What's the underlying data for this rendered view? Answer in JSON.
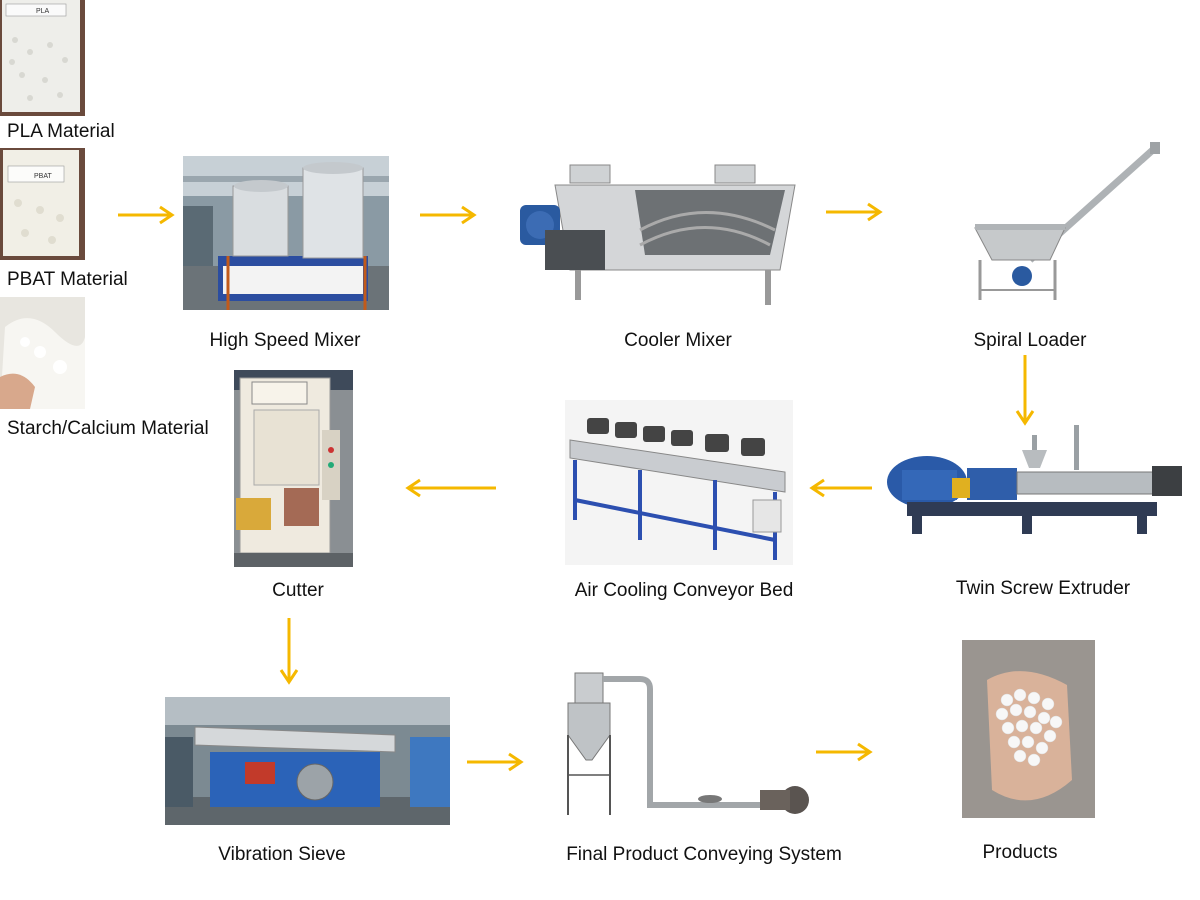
{
  "materials": [
    {
      "label": "PLA Material",
      "bag_text": "PLA"
    },
    {
      "label": "PBAT Material",
      "bag_text": "PBAT"
    },
    {
      "label": "Starch/Calcium Material"
    }
  ],
  "steps": {
    "high_speed_mixer": "High Speed Mixer",
    "cooler_mixer": "Cooler Mixer",
    "spiral_loader": "Spiral Loader",
    "twin_screw_extruder": "Twin Screw Extruder",
    "air_cooling_conveyor_bed": "Air Cooling Conveyor Bed",
    "cutter": "Cutter",
    "vibration_sieve": "Vibration Sieve",
    "final_product_conveying_system": "Final Product Conveying System",
    "products": "Products"
  },
  "colors": {
    "arrow": "#f5b800",
    "machine_blue": "#1f4fa0",
    "steel": "#b9bcc0"
  }
}
